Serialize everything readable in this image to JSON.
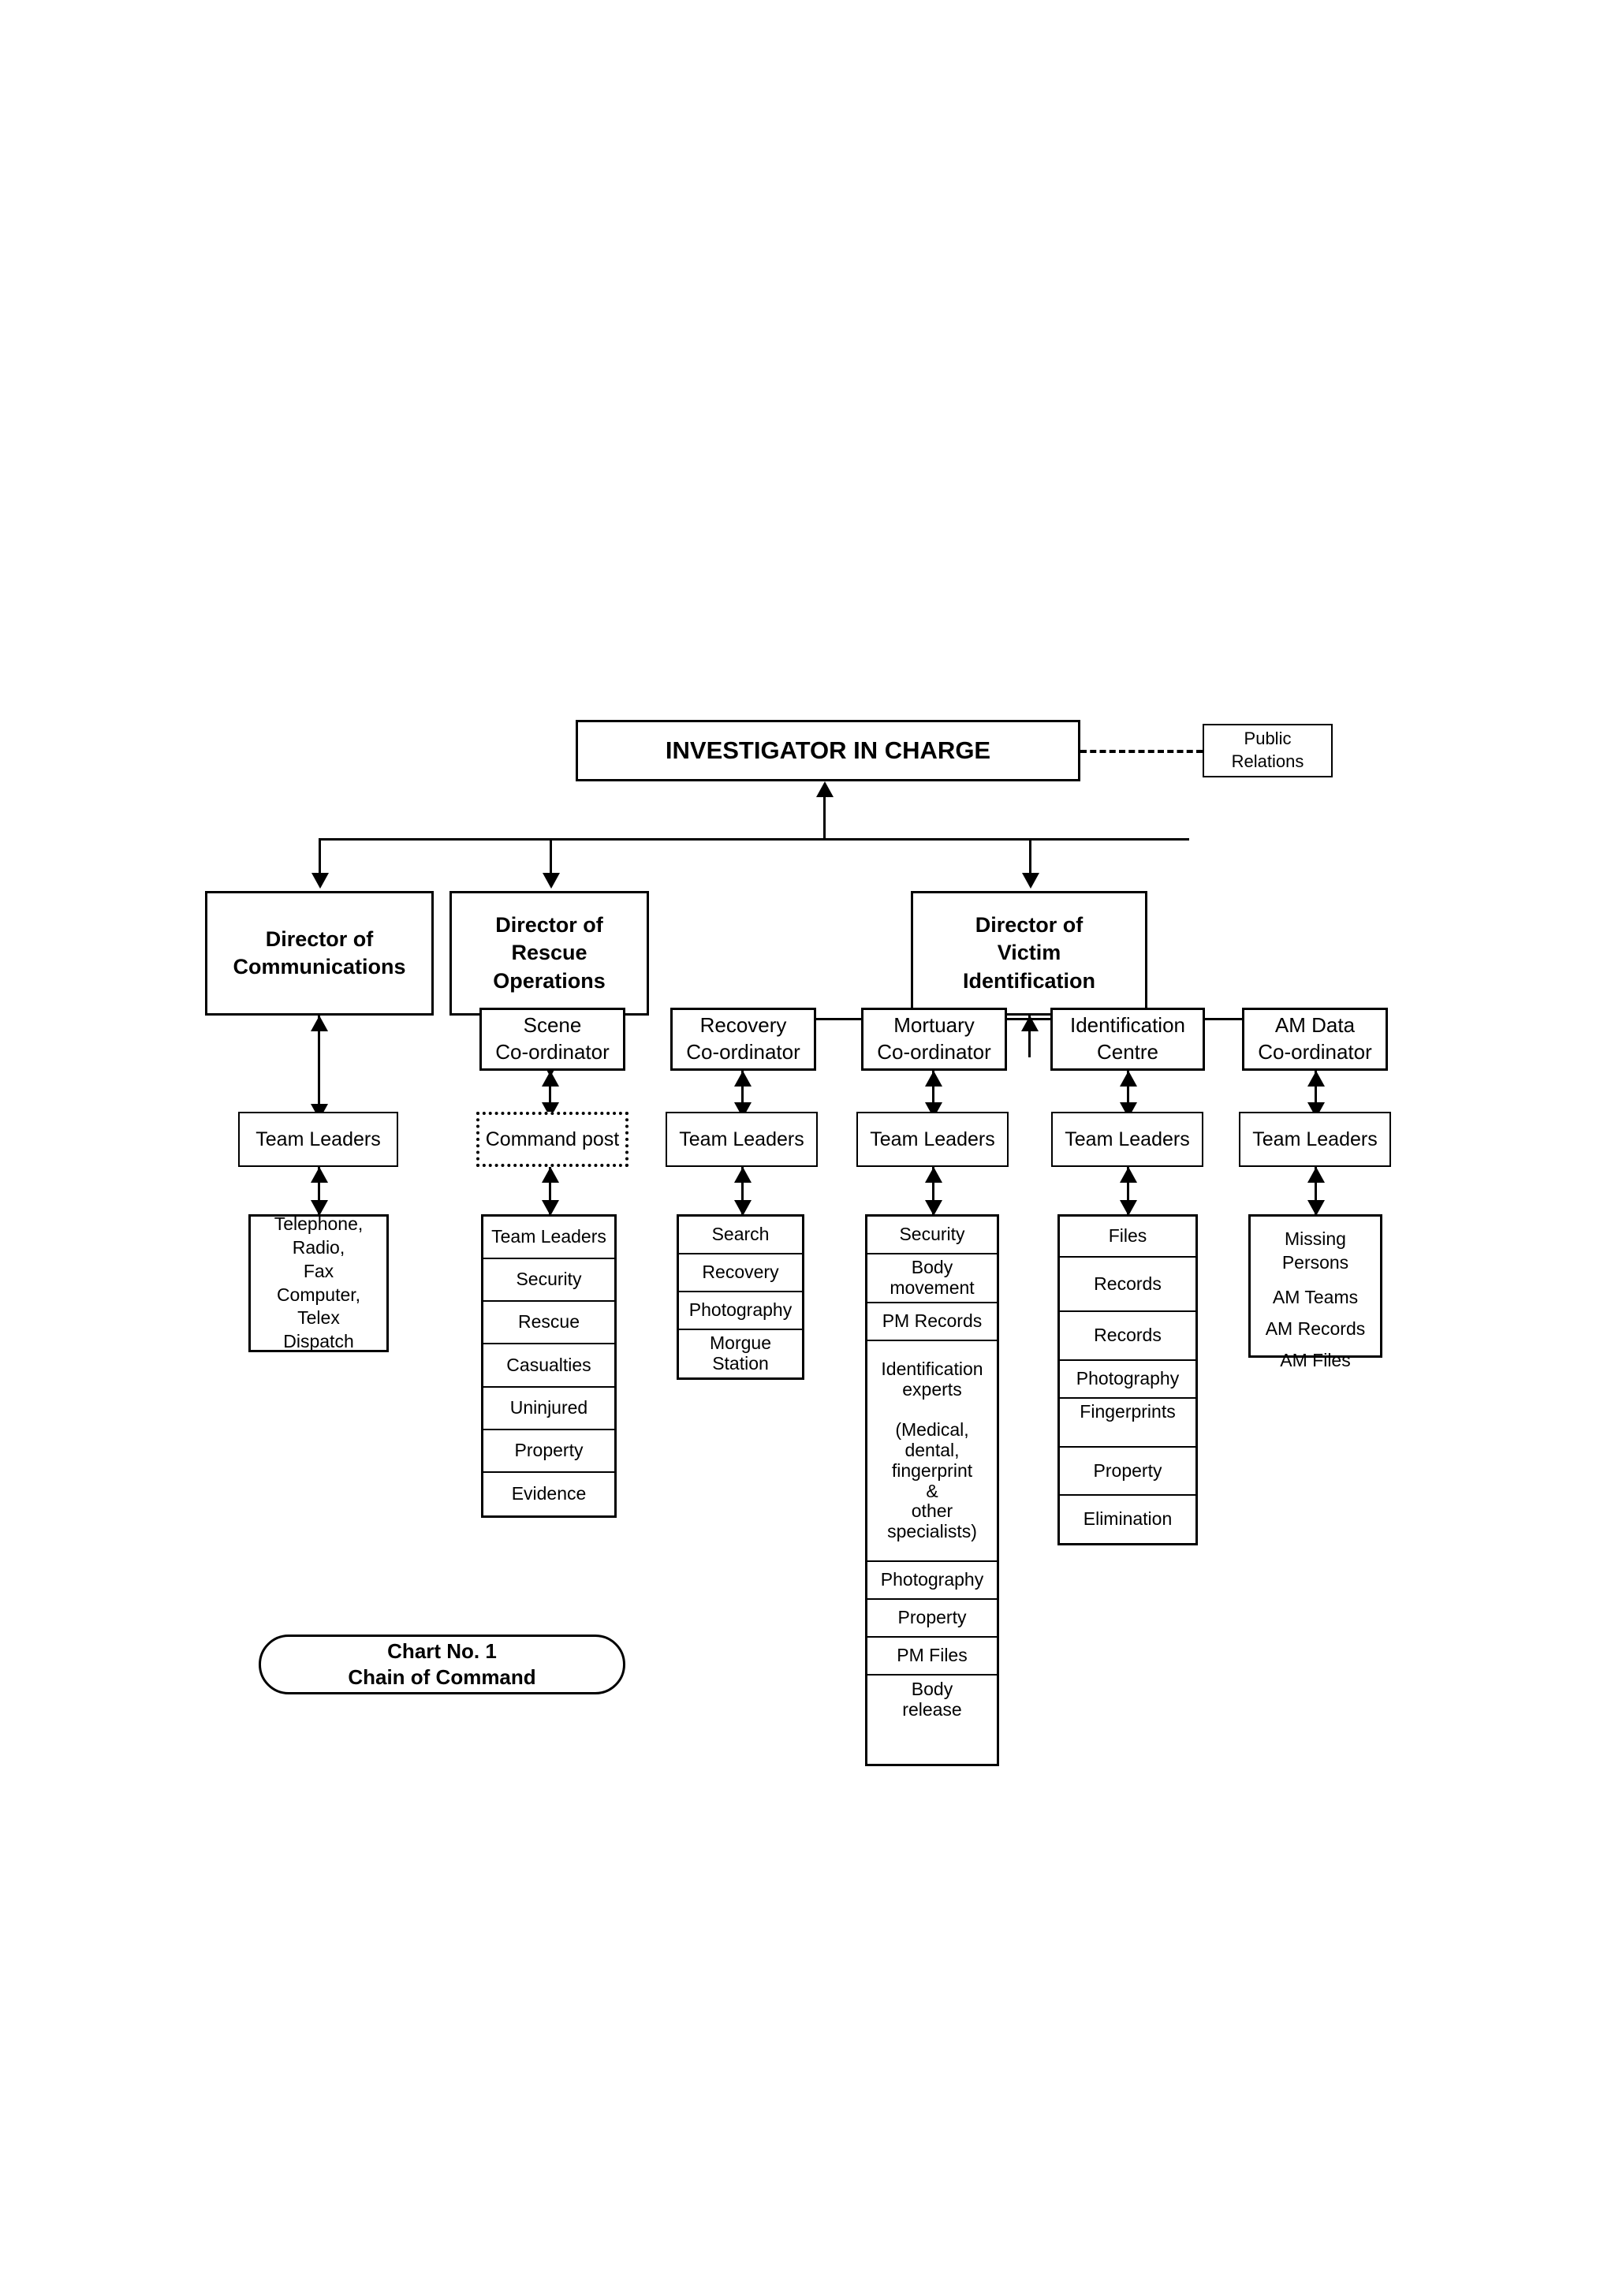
{
  "chart_data": {
    "type": "diagram",
    "title": "Chart No. 1",
    "subtitle": "Chain of Command",
    "diagram_kind": "organizational-chart / chain of command",
    "root": "INVESTIGATOR IN CHARGE",
    "aside": "Public Relations"
  },
  "caption": {
    "line1": "Chart No. 1",
    "line2": "Chain of Command"
  },
  "top": {
    "investigator": "INVESTIGATOR IN CHARGE",
    "public_relations_line1": "Public",
    "public_relations_line2": "Relations"
  },
  "directors": {
    "communications_line1": "Director of",
    "communications_line2": "Communications",
    "rescue_line1": "Director of",
    "rescue_line2": "Rescue",
    "rescue_line3": "Operations",
    "victim_line1": "Director of",
    "victim_line2": "Victim",
    "victim_line3": "Identification"
  },
  "coordinators": {
    "scene_line1": "Scene",
    "scene_line2": "Co-ordinator",
    "recovery_line1": "Recovery",
    "recovery_line2": "Co-ordinator",
    "mortuary_line1": "Mortuary",
    "mortuary_line2": "Co-ordinator",
    "identification_line1": "Identification",
    "identification_line2": "Centre",
    "amdata_line1": "AM Data",
    "amdata_line2": "Co-ordinator"
  },
  "midrow": {
    "comms_team_leaders": "Team Leaders",
    "command_post": "Command post",
    "recovery_team_leaders": "Team Leaders",
    "mortuary_team_leaders": "Team Leaders",
    "identification_team_leaders": "Team Leaders",
    "amdata_team_leaders": "Team Leaders"
  },
  "columns": {
    "communications_equipment": [
      "Telephone,",
      "Radio,",
      "Fax",
      "Computer,",
      "Telex",
      "Dispatch"
    ],
    "scene": [
      "Team Leaders",
      "Security",
      "Rescue",
      "Casualties",
      "Uninjured",
      "Property",
      "Evidence"
    ],
    "recovery": [
      "Search",
      "Recovery",
      "Photography",
      "Morgue\nStation"
    ],
    "mortuary": [
      "Security",
      "Body\nmovement",
      "PM Records",
      "Identification\nexperts\n\n(Medical,\ndental,\nfingerprint\n&\nother\nspecialists)",
      "Photography",
      "Property",
      "PM Files",
      "Body\nrelease"
    ],
    "identification_centre": [
      "Files",
      "Records",
      "Records",
      "Photography",
      "Fingerprints",
      "Property",
      "Elimination"
    ],
    "am_data": [
      "Missing\nPersons",
      "AM Teams",
      "AM Records",
      "AM Files"
    ]
  },
  "colors": {
    "line": "#000000",
    "background": "#ffffff"
  }
}
